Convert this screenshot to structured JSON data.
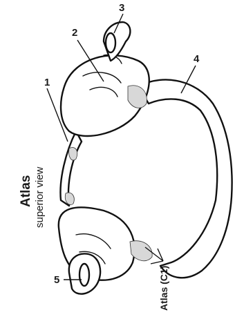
{
  "title": "Atlas",
  "subtitle": "superior view",
  "vertebra_label": "Atlas (C1)",
  "labels": [
    "1",
    "2",
    "3",
    "4",
    "5"
  ]
}
